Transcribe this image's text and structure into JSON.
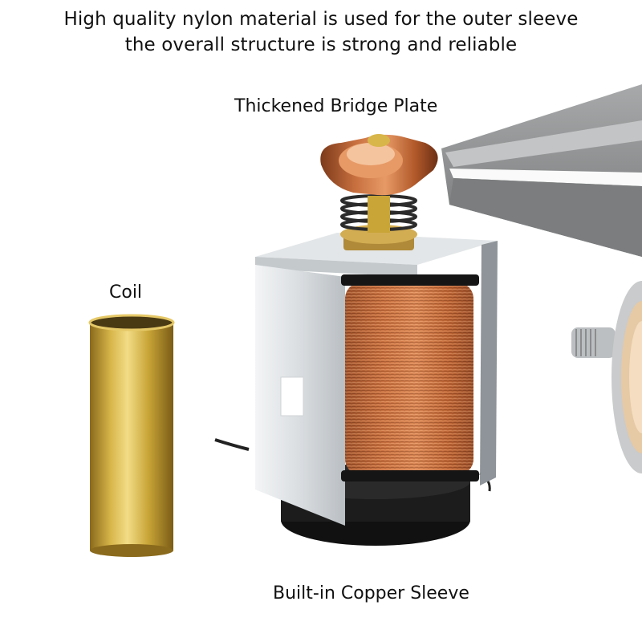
{
  "headline": {
    "line1": "High quality nylon material is used for the outer sleeve",
    "line2": "the overall structure is strong and reliable"
  },
  "labels": {
    "bridge_plate": "Thickened Bridge Plate",
    "coil": "Coil",
    "copper_sleeve": "Built-in Copper Sleeve"
  },
  "colors": {
    "copper": "#c8703f",
    "brass": "#c9a537",
    "steel": "#d9dde0",
    "nylon_black": "#1c1c1c",
    "caliper_gray": "#8d8f90"
  }
}
